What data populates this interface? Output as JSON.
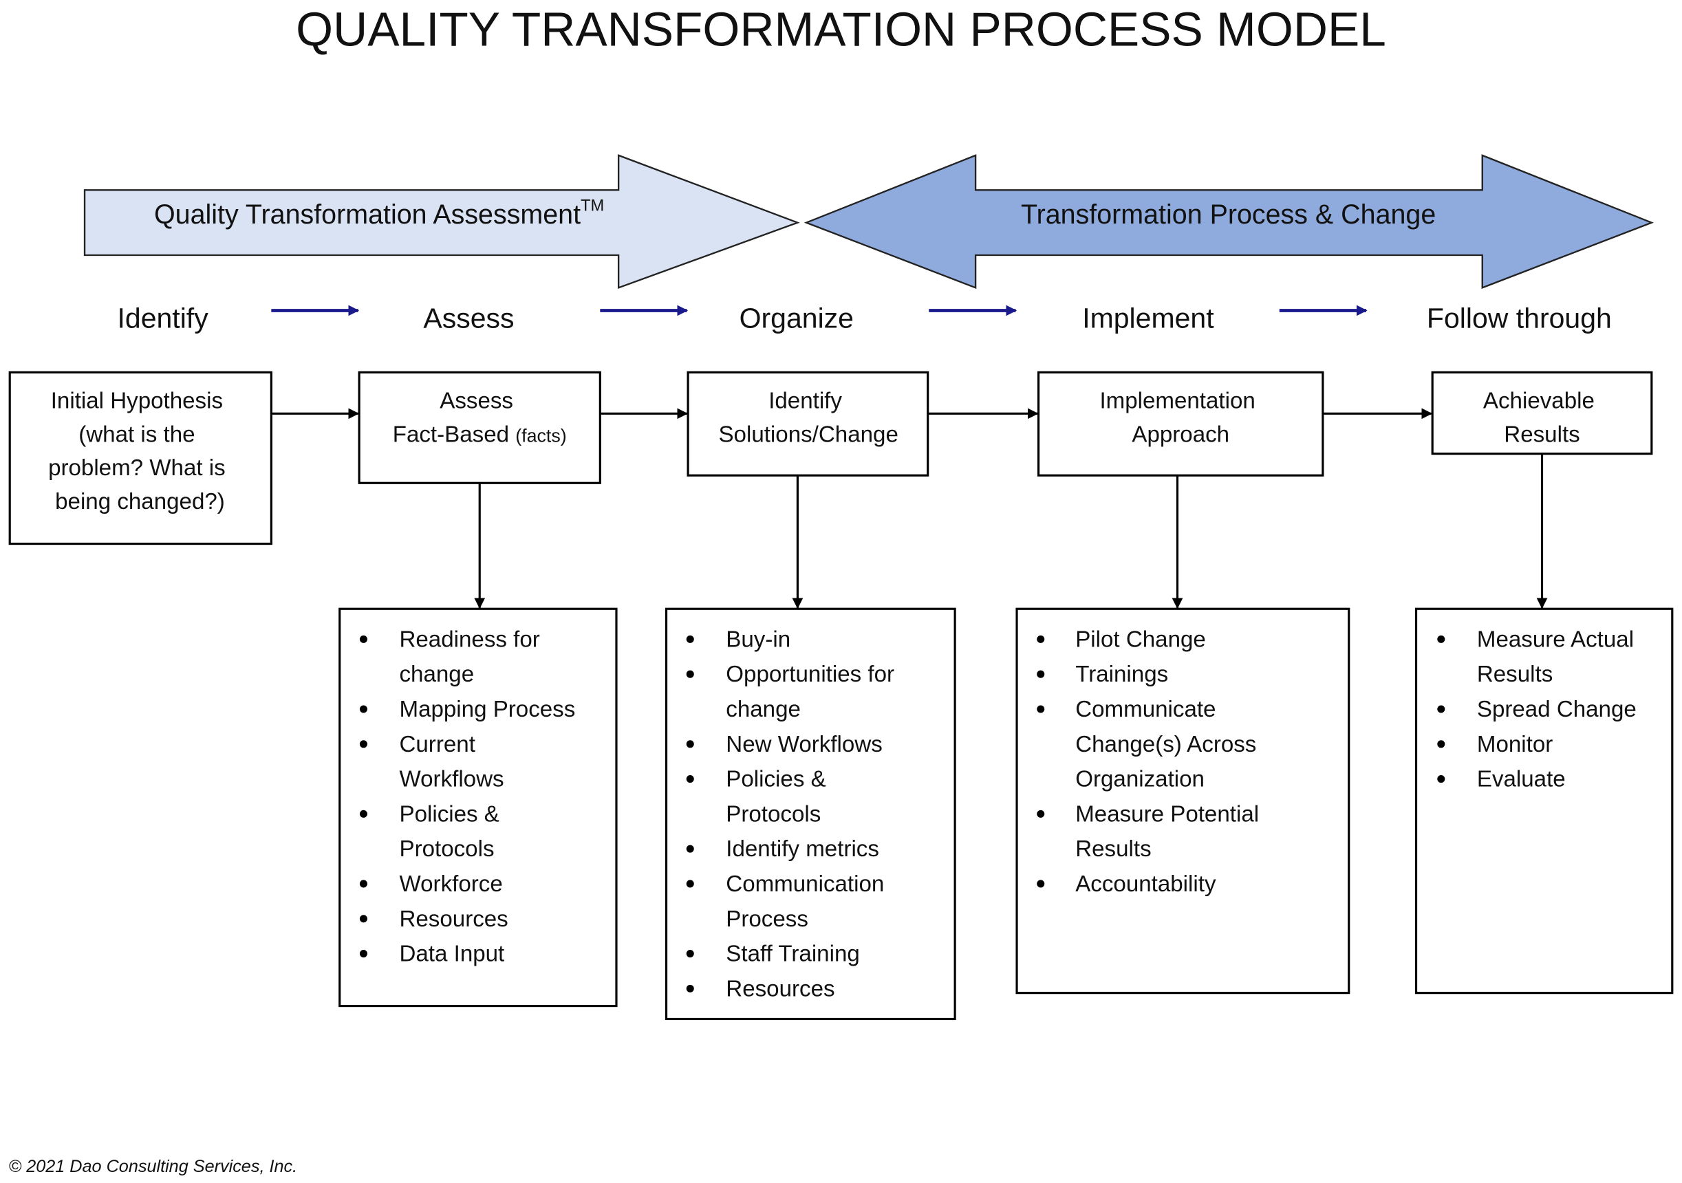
{
  "title": "QUALITY TRANSFORMATION PROCESS MODEL",
  "bands": {
    "assessment": {
      "label": "Quality Transformation Assessment",
      "trademark": "TM",
      "fill": "#dae3f3"
    },
    "process": {
      "label": "Transformation Process & Change",
      "fill": "#8faadc"
    }
  },
  "stages": [
    "Identify",
    "Assess",
    "Organize",
    "Implement",
    "Follow through"
  ],
  "stage_arrow_color": "#1a1a8c",
  "boxes": {
    "hypothesis": [
      "Initial Hypothesis",
      "(what is the",
      "problem? What is",
      "being changed?)"
    ],
    "assess": {
      "line1": "Assess",
      "line2": "Fact-Based",
      "note": "(facts)"
    },
    "identify": [
      "Identify",
      "Solutions/Change"
    ],
    "implementation": [
      "Implementation",
      "Approach"
    ],
    "results": [
      "Achievable",
      "Results"
    ]
  },
  "lists": [
    [
      [
        "Readiness for",
        "change"
      ],
      [
        "Mapping Process"
      ],
      [
        "Current",
        "Workflows"
      ],
      [
        "Policies &",
        "Protocols"
      ],
      [
        "Workforce"
      ],
      [
        "Resources"
      ],
      [
        "Data Input"
      ]
    ],
    [
      [
        "Buy-in"
      ],
      [
        "Opportunities for",
        "change"
      ],
      [
        "New Workflows"
      ],
      [
        "Policies &",
        "Protocols"
      ],
      [
        "Identify metrics"
      ],
      [
        "Communication",
        "Process"
      ],
      [
        "Staff Training"
      ],
      [
        "Resources"
      ]
    ],
    [
      [
        "Pilot Change"
      ],
      [
        "Trainings"
      ],
      [
        "Communicate",
        "Change(s) Across",
        "Organization"
      ],
      [
        "Measure Potential",
        "Results"
      ],
      [
        "Accountability"
      ]
    ],
    [
      [
        "Measure Actual",
        "Results"
      ],
      [
        "Spread Change"
      ],
      [
        "Monitor"
      ],
      [
        "Evaluate"
      ]
    ]
  ],
  "footer": "© 2021 Dao Consulting Services, Inc."
}
